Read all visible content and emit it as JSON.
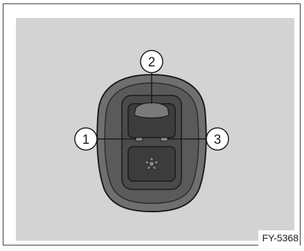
{
  "callouts": [
    {
      "label": "1",
      "target": "left-indicator-light"
    },
    {
      "label": "2",
      "target": "upper-cover-button"
    },
    {
      "label": "3",
      "target": "right-indicator-light"
    }
  ],
  "figure_code": "FY-5368",
  "colors": {
    "panel_background": "#d3d3d3",
    "device_outer": "#6e6e6e",
    "device_inner": "#4a4a4a",
    "device_center": "#3d3d3d",
    "outline": "#1a1a1a"
  },
  "icons": {
    "lower_button": "fan-icon"
  }
}
